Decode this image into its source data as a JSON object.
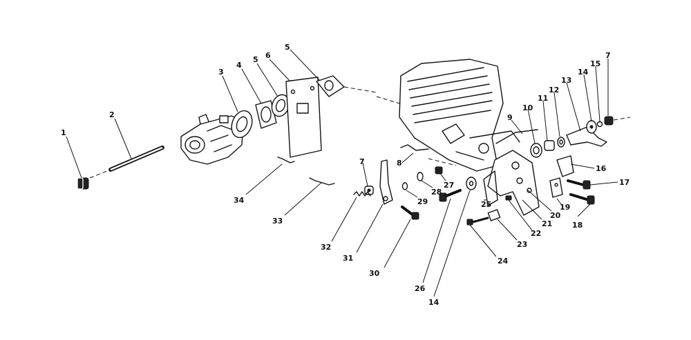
{
  "diagram": {
    "callouts": [
      {
        "id": "c1",
        "label": "1"
      },
      {
        "id": "c2",
        "label": "2"
      },
      {
        "id": "c3",
        "label": "3"
      },
      {
        "id": "c4",
        "label": "4"
      },
      {
        "id": "c5a",
        "label": "5"
      },
      {
        "id": "c6",
        "label": "6"
      },
      {
        "id": "c5b",
        "label": "5"
      },
      {
        "id": "c7a",
        "label": "7"
      },
      {
        "id": "c15",
        "label": "15"
      },
      {
        "id": "c14a",
        "label": "14"
      },
      {
        "id": "c13",
        "label": "13"
      },
      {
        "id": "c12",
        "label": "12"
      },
      {
        "id": "c11",
        "label": "11"
      },
      {
        "id": "c10",
        "label": "10"
      },
      {
        "id": "c9",
        "label": "9"
      },
      {
        "id": "c8",
        "label": "8"
      },
      {
        "id": "c7b",
        "label": "7"
      },
      {
        "id": "c16",
        "label": "16"
      },
      {
        "id": "c17",
        "label": "17"
      },
      {
        "id": "c18",
        "label": "18"
      },
      {
        "id": "c19",
        "label": "19"
      },
      {
        "id": "c20",
        "label": "20"
      },
      {
        "id": "c21",
        "label": "21"
      },
      {
        "id": "c22",
        "label": "22"
      },
      {
        "id": "c23",
        "label": "23"
      },
      {
        "id": "c24",
        "label": "24"
      },
      {
        "id": "c25",
        "label": "25"
      },
      {
        "id": "c26",
        "label": "26"
      },
      {
        "id": "c27",
        "label": "27"
      },
      {
        "id": "c28",
        "label": "28"
      },
      {
        "id": "c29",
        "label": "29"
      },
      {
        "id": "c30",
        "label": "30"
      },
      {
        "id": "c31",
        "label": "31"
      },
      {
        "id": "c32",
        "label": "32"
      },
      {
        "id": "c33",
        "label": "33"
      },
      {
        "id": "c34",
        "label": "34"
      },
      {
        "id": "c14b",
        "label": "14"
      }
    ]
  }
}
